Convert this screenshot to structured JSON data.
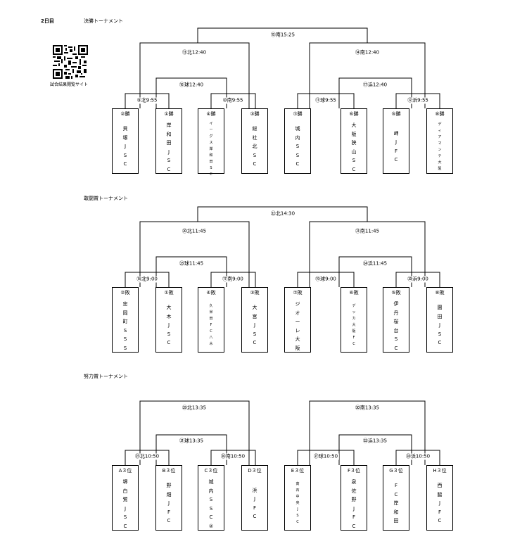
{
  "header": {
    "day": "2日目",
    "qr_caption": "試合結果閲覧サイト"
  },
  "sections": [
    {
      "title": "決勝トーナメント",
      "matches": {
        "final": "⑮南15:25",
        "semi_left": "⑬北12:40",
        "semi_right": "⑭南12:40",
        "third_left": "⑯球12:40",
        "third_right": "⑰浜12:40",
        "qf1": "⑨北9:55",
        "qf2": "⑩南9:55",
        "qf3": "⑪球9:55",
        "qf4": "⑫浜9:55"
      },
      "teams": [
        {
          "seed": "②勝",
          "name": "貝塚JSC",
          "small": false
        },
        {
          "seed": "①勝",
          "name": "岸和田JSC",
          "small": false
        },
        {
          "seed": "④勝",
          "name": "イーグス岸和田SC",
          "small": true
        },
        {
          "seed": "③勝",
          "name": "総社北SC",
          "small": false
        },
        {
          "seed": "⑦勝",
          "name": "城内SSC",
          "small": false
        },
        {
          "seed": "⑥勝",
          "name": "大阪狭山SC",
          "small": false
        },
        {
          "seed": "⑤勝",
          "name": "岬JFC",
          "small": false
        },
        {
          "seed": "⑧勝",
          "name": "ディアマンテ大阪",
          "small": true
        }
      ]
    },
    {
      "title": "敢闘賞トーナメント",
      "matches": {
        "final": "㉒北14:30",
        "semi_left": "⑳北11:45",
        "semi_right": "㉑南11:45",
        "third_left": "㉓球11:45",
        "third_right": "㉔浜11:45",
        "qf1": "⑱北9:00",
        "qf2": "⑰南9:00",
        "qf3": "⑲球9:00",
        "qf4": "⑳浜9:00"
      },
      "teams": [
        {
          "seed": "②敗",
          "name": "忠岡町SSS",
          "small": false
        },
        {
          "seed": "①敗",
          "name": "大木JSC",
          "small": false
        },
        {
          "seed": "④敗",
          "name": "久米田FC八木",
          "small": true
        },
        {
          "seed": "③敗",
          "name": "大宮JSC",
          "small": false
        },
        {
          "seed": "⑦敗",
          "name": "ジオーレ大阪",
          "small": false
        },
        {
          "seed": "⑥敗",
          "name": "デッカ大阪FC",
          "small": true
        },
        {
          "seed": "⑤敗",
          "name": "伊丹桜台SC",
          "small": false
        },
        {
          "seed": "⑧敗",
          "name": "園田JSC",
          "small": false
        }
      ]
    },
    {
      "title": "努力賞トーナメント",
      "matches": {
        "semi_left": "㉙北13:35",
        "semi_right": "㉚南13:35",
        "third_left": "㉛球13:35",
        "third_right": "㉜浜13:35",
        "qf1": "㉕北10:50",
        "qf2": "㉖南10:50",
        "qf3": "㉗球10:50",
        "qf4": "㉘浜10:50"
      },
      "teams": [
        {
          "seed": "A３位",
          "name": "堺白鷺JSC",
          "small": false
        },
        {
          "seed": "B３位",
          "name": "野畑JFC",
          "small": false
        },
        {
          "seed": "C３位",
          "name": "城内SSC②",
          "small": false
        },
        {
          "seed": "D３位",
          "name": "浜JFC",
          "small": false
        },
        {
          "seed": "E３位",
          "name": "高石中央JSC",
          "small": true
        },
        {
          "seed": "F３位",
          "name": "泉佐野JFC",
          "small": false
        },
        {
          "seed": "G３位",
          "name": "FC岸和田",
          "small": false
        },
        {
          "seed": "H３位",
          "name": "西脇JFC",
          "small": false
        }
      ]
    }
  ]
}
